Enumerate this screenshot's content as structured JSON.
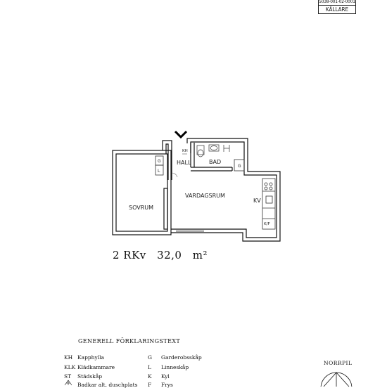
{
  "header": {
    "object_code": "5038-001-02-0001",
    "floor_label": "KÄLLARE"
  },
  "rooms": {
    "kh": "KH",
    "hall": "HALL",
    "bad": "BAD",
    "g_hall": "G",
    "l_hall": "L",
    "g_right": "G",
    "vardagsrum": "VARDAGSRUM",
    "sovrum": "SOVRUM",
    "kv": "KV",
    "kf": "K/F"
  },
  "summary": {
    "rooms": "2 RKv",
    "area": "32,0",
    "unit": "m²"
  },
  "legend": {
    "title": "GENERELL FÖRKLARINGSTEXT",
    "items": [
      {
        "abbr": "KH",
        "desc": "Kapphylla"
      },
      {
        "abbr": "KLK",
        "desc": "Klädkammare"
      },
      {
        "abbr": "ST",
        "desc": "Städskåp"
      },
      {
        "abbr": "",
        "desc": "Badkar alt. duschplats"
      },
      {
        "abbr": "G",
        "desc": "Garderobsskåp"
      },
      {
        "abbr": "L",
        "desc": "Linneskåp"
      },
      {
        "abbr": "K",
        "desc": "Kyl"
      },
      {
        "abbr": "F",
        "desc": "Frys"
      }
    ]
  },
  "north": {
    "label": "NORRPIL"
  }
}
